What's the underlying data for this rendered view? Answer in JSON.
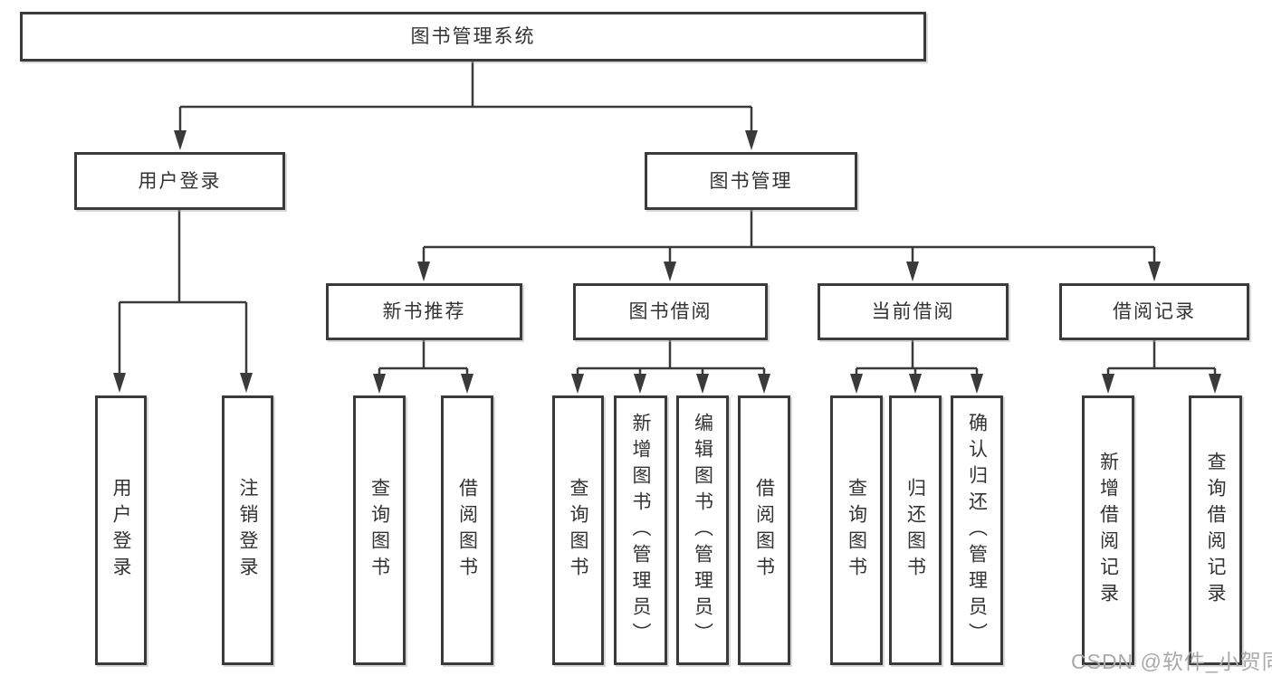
{
  "tree": {
    "root": {
      "label": "图书管理系统"
    },
    "level2": [
      {
        "label": "用户登录"
      },
      {
        "label": "图书管理"
      }
    ],
    "level3": [
      {
        "label": "新书推荐"
      },
      {
        "label": "图书借阅"
      },
      {
        "label": "当前借阅"
      },
      {
        "label": "借阅记录"
      }
    ],
    "leaves": {
      "user_login": [
        {
          "label": "用户登录"
        },
        {
          "label": "注销登录"
        }
      ],
      "new_book": [
        {
          "label": "查询图书"
        },
        {
          "label": "借阅图书"
        }
      ],
      "book_borrow": [
        {
          "label": "查询图书"
        },
        {
          "label": "新增图书（管理员）"
        },
        {
          "label": "编辑图书（管理员）"
        },
        {
          "label": "借阅图书"
        }
      ],
      "current_borrow": [
        {
          "label": "查询图书"
        },
        {
          "label": "归还图书"
        },
        {
          "label": "确认归还（管理员）"
        }
      ],
      "borrow_records": [
        {
          "label": "新增借阅记录"
        },
        {
          "label": "查询借阅记录"
        }
      ]
    }
  },
  "watermark": {
    "text": "CSDN @软件_小贺同学"
  },
  "colors": {
    "border": "#3a3a3a",
    "text": "#333333",
    "watermark": "#a9a9a9",
    "background": "#ffffff"
  }
}
